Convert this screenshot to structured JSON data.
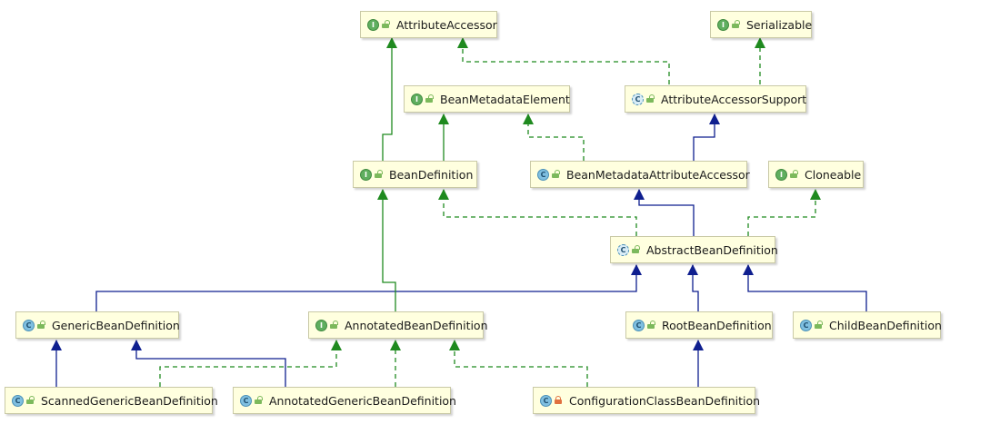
{
  "diagram": {
    "nodes": {
      "attributeAccessor": {
        "label": "AttributeAccessor",
        "kind": "interface",
        "badge": "I",
        "visibility": "public"
      },
      "serializable": {
        "label": "Serializable",
        "kind": "interface",
        "badge": "I",
        "visibility": "public"
      },
      "beanMetadataElement": {
        "label": "BeanMetadataElement",
        "kind": "interface",
        "badge": "I",
        "visibility": "public"
      },
      "attributeAccessorSupport": {
        "label": "AttributeAccessorSupport",
        "kind": "abstract-class",
        "badge": "C",
        "visibility": "public"
      },
      "beanDefinition": {
        "label": "BeanDefinition",
        "kind": "interface",
        "badge": "I",
        "visibility": "public"
      },
      "beanMetadataAttributeAccessor": {
        "label": "BeanMetadataAttributeAccessor",
        "kind": "class",
        "badge": "C",
        "visibility": "public"
      },
      "cloneable": {
        "label": "Cloneable",
        "kind": "interface",
        "badge": "I",
        "visibility": "public"
      },
      "abstractBeanDefinition": {
        "label": "AbstractBeanDefinition",
        "kind": "abstract-class",
        "badge": "C",
        "visibility": "public"
      },
      "genericBeanDefinition": {
        "label": "GenericBeanDefinition",
        "kind": "class",
        "badge": "C",
        "visibility": "public"
      },
      "annotatedBeanDefinition": {
        "label": "AnnotatedBeanDefinition",
        "kind": "interface",
        "badge": "I",
        "visibility": "public"
      },
      "rootBeanDefinition": {
        "label": "RootBeanDefinition",
        "kind": "class",
        "badge": "C",
        "visibility": "public"
      },
      "childBeanDefinition": {
        "label": "ChildBeanDefinition",
        "kind": "class",
        "badge": "C",
        "visibility": "public"
      },
      "scannedGenericBeanDefinition": {
        "label": "ScannedGenericBeanDefinition",
        "kind": "class",
        "badge": "C",
        "visibility": "public"
      },
      "annotatedGenericBeanDefinition": {
        "label": "AnnotatedGenericBeanDefinition",
        "kind": "class",
        "badge": "C",
        "visibility": "public"
      },
      "configurationClassBeanDefinition": {
        "label": "ConfigurationClassBeanDefinition",
        "kind": "class",
        "badge": "C",
        "visibility": "package"
      }
    },
    "edges": [
      {
        "from": "beanDefinition",
        "to": "attributeAccessor",
        "type": "interface-extends"
      },
      {
        "from": "beanDefinition",
        "to": "beanMetadataElement",
        "type": "interface-extends"
      },
      {
        "from": "attributeAccessorSupport",
        "to": "attributeAccessor",
        "type": "implements"
      },
      {
        "from": "attributeAccessorSupport",
        "to": "serializable",
        "type": "implements"
      },
      {
        "from": "beanMetadataAttributeAccessor",
        "to": "beanMetadataElement",
        "type": "implements"
      },
      {
        "from": "beanMetadataAttributeAccessor",
        "to": "attributeAccessorSupport",
        "type": "extends"
      },
      {
        "from": "abstractBeanDefinition",
        "to": "beanMetadataAttributeAccessor",
        "type": "extends"
      },
      {
        "from": "abstractBeanDefinition",
        "to": "beanDefinition",
        "type": "implements"
      },
      {
        "from": "abstractBeanDefinition",
        "to": "cloneable",
        "type": "implements"
      },
      {
        "from": "genericBeanDefinition",
        "to": "abstractBeanDefinition",
        "type": "extends"
      },
      {
        "from": "rootBeanDefinition",
        "to": "abstractBeanDefinition",
        "type": "extends"
      },
      {
        "from": "childBeanDefinition",
        "to": "abstractBeanDefinition",
        "type": "extends"
      },
      {
        "from": "annotatedBeanDefinition",
        "to": "beanDefinition",
        "type": "interface-extends"
      },
      {
        "from": "scannedGenericBeanDefinition",
        "to": "genericBeanDefinition",
        "type": "extends"
      },
      {
        "from": "scannedGenericBeanDefinition",
        "to": "annotatedBeanDefinition",
        "type": "implements"
      },
      {
        "from": "annotatedGenericBeanDefinition",
        "to": "genericBeanDefinition",
        "type": "extends"
      },
      {
        "from": "annotatedGenericBeanDefinition",
        "to": "annotatedBeanDefinition",
        "type": "implements"
      },
      {
        "from": "configurationClassBeanDefinition",
        "to": "rootBeanDefinition",
        "type": "extends"
      },
      {
        "from": "configurationClassBeanDefinition",
        "to": "annotatedBeanDefinition",
        "type": "implements"
      }
    ],
    "colors": {
      "extends": "#0f1f8f",
      "implements": "#1f8a1f",
      "nodeFill": "#ffffdf",
      "nodeBorder": "#c9c9a6"
    }
  }
}
